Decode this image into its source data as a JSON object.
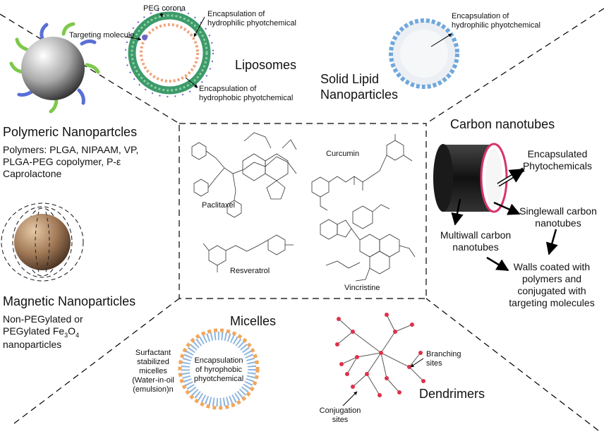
{
  "liposomes": {
    "title": "Liposomes",
    "peg_corona": "PEG corona",
    "targeting_molecule": "Targeting molecule",
    "encap_hydrophilic": [
      "Encapsulation of",
      "hydrophilic phyotchemical"
    ],
    "encap_hydrophobic": [
      "Encapsulation of",
      "hydrophobic phyotchemical"
    ]
  },
  "sln": {
    "title": [
      "Solid Lipid",
      "Nanoparticles"
    ],
    "encap": [
      "Encapsulation of",
      "hydrophilic phyotchemical"
    ]
  },
  "polymeric": {
    "title": "Polymeric Nanopartcles",
    "desc": [
      "Polymers: PLGA, NIPAAM, VP,",
      "PLGA-PEG copolymer, P-ε",
      "Caprolactone"
    ]
  },
  "magnetic": {
    "title": "Magnetic Nanoparticles",
    "desc_1": "Non-PEGylated or",
    "desc_2_pre": "PEGylated Fe",
    "sub_3": "3",
    "o": "O",
    "sub_4": "4",
    "desc_3": "nanoparticles"
  },
  "carbon": {
    "title": "Carbon nanotubes",
    "encapsulated": [
      "Encapsulated",
      "Phytochemicals"
    ],
    "singlewall": [
      "Singlewall carbon",
      "nanotubes"
    ],
    "multiwall": [
      "Multiwall carbon",
      "nanotubes"
    ],
    "walls": [
      "Walls coated with",
      "polymers and",
      "conjugated with",
      "targeting molecules"
    ]
  },
  "center": {
    "paclitaxel": "Paclitaxel",
    "curcumin": "Curcumin",
    "resveratrol": "Resveratrol",
    "vincristine": "Vincristine"
  },
  "micelles": {
    "title": "Micelles",
    "encap": [
      "Encapsulation",
      "of hyrophobic",
      "phyotchemical"
    ],
    "surfactant": [
      "Surfactant",
      "stabilized",
      "micelles",
      "(Water-in-oil",
      "(emulsion)n"
    ]
  },
  "dendrimers": {
    "title": "Dendrimers",
    "branching": [
      "Branching",
      "sites"
    ],
    "conjugation": [
      "Conjugation",
      "sites"
    ]
  },
  "colors": {
    "liposome_green": "#3d9a6a",
    "liposome_orange": "#f0a47a",
    "peg_purple": "#6b63c9",
    "sln_blue": "#6fa8dc",
    "polymer_green": "#7ec84b",
    "polymer_blue": "#5a6fd6",
    "nanotube_pink": "#d6336c",
    "micelle_blue": "#8fb6dd",
    "micelle_orange": "#f2a65a",
    "dendrimer_red": "#e0304a"
  }
}
